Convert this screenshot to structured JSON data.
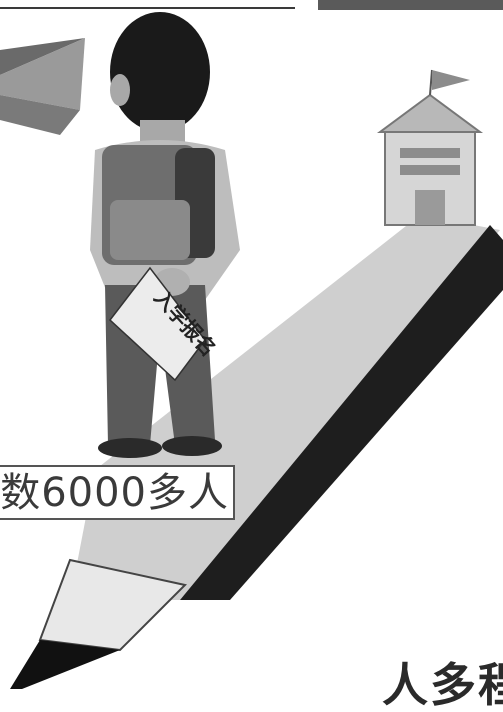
{
  "tag_text": "入学报名",
  "caption_text": "数6000多人",
  "bottom_partial_text": "人多程",
  "colors": {
    "background": "#ffffff",
    "pencil_body": "#cfcfcf",
    "pencil_shadow": "#1e1e1e",
    "pencil_tip": "#111111",
    "caption_text": "#3a3a3a",
    "dark_bar": "#5a5a5a"
  }
}
